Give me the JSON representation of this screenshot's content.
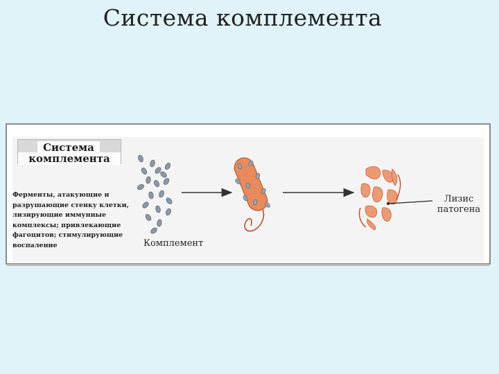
{
  "slide": {
    "title": "Система комплемента"
  },
  "figure": {
    "heading_lines": [
      "Система",
      "комплемента"
    ],
    "description_lines": [
      "Ферменты, атакующие и",
      "разрушающие стенку клетки,",
      "лизирующие иммунные",
      "комплексы; привлекающие",
      "фагоцитов; стимулирующие",
      "воспаление"
    ],
    "complement_label": "Комплемент",
    "lysis_label_lines": [
      "Лизис",
      "патогена"
    ],
    "colors": {
      "background": "#dff3f8",
      "complement_particle": "#8d98a6",
      "bacterium_body": "#e88a5c",
      "bacterium_fragments": "#ec9a72",
      "arrow": "#333333"
    }
  }
}
